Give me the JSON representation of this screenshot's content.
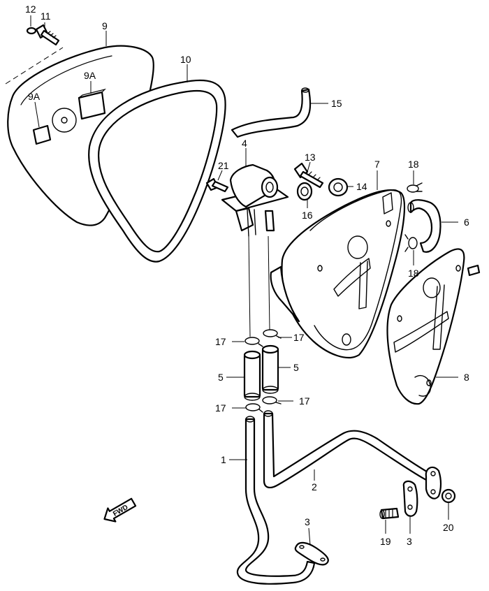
{
  "diagram": {
    "callouts": {
      "c1": "1",
      "c2": "2",
      "c3a": "3",
      "c3b": "3",
      "c4": "4",
      "c5a": "5",
      "c5b": "5",
      "c6": "6",
      "c7": "7",
      "c8": "8",
      "c9": "9",
      "c9a_left": "9A",
      "c9a_right": "9A",
      "c10": "10",
      "c11": "11",
      "c12": "12",
      "c13": "13",
      "c14": "14",
      "c15": "15",
      "c16": "16",
      "c17a": "17",
      "c17b": "17",
      "c17c": "17",
      "c17d": "17",
      "c18a": "18",
      "c18b": "18",
      "c19": "19",
      "c20": "20",
      "c21": "21"
    },
    "fwd_label": "FWD"
  }
}
